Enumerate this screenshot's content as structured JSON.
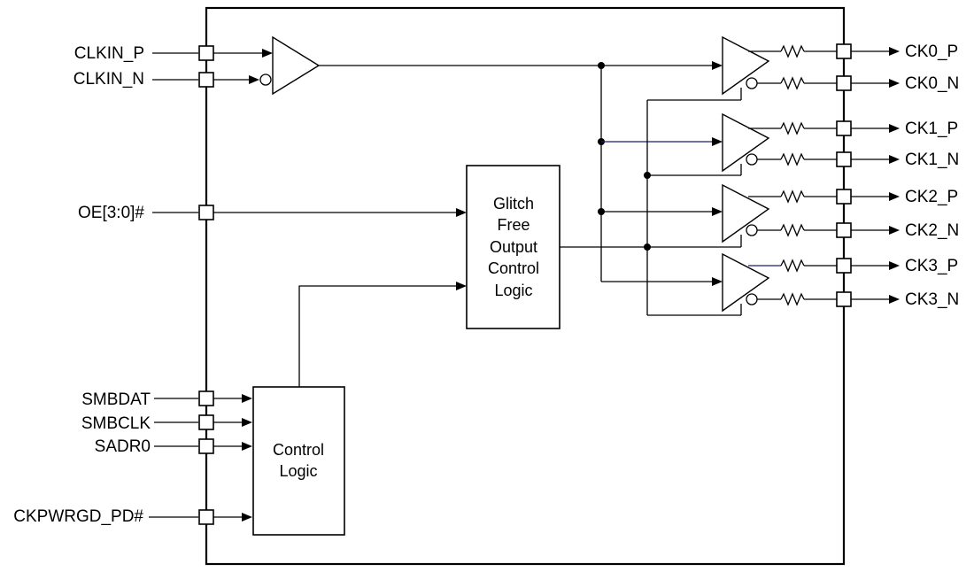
{
  "inputs": {
    "clkin_p": "CLKIN_P",
    "clkin_n": "CLKIN_N",
    "oe": "OE[3:0]#",
    "smbdat": "SMBDAT",
    "smbclk": "SMBCLK",
    "sadr0": "SADR0",
    "ckpwrgd": "CKPWRGD_PD#"
  },
  "outputs": {
    "ck0_p": "CK0_P",
    "ck0_n": "CK0_N",
    "ck1_p": "CK1_P",
    "ck1_n": "CK1_N",
    "ck2_p": "CK2_P",
    "ck2_n": "CK2_N",
    "ck3_p": "CK3_P",
    "ck3_n": "CK3_N"
  },
  "blocks": {
    "glitch_free": [
      "Glitch",
      "Free",
      "Output",
      "Control",
      "Logic"
    ],
    "control_logic": [
      "Control",
      "Logic"
    ]
  }
}
